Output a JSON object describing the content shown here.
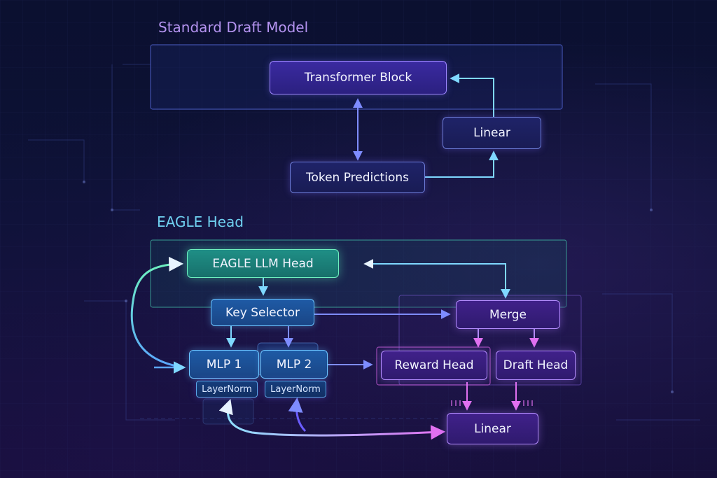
{
  "diagram": {
    "sections": {
      "standard_draft_model": "Standard Draft Model",
      "eagle_head": "EAGLE Head"
    },
    "nodes": {
      "transformer_block": "Transformer Block",
      "linear_top": "Linear",
      "token_predictions": "Token Predictions",
      "eagle_llm_head": "EAGLE LLM Head",
      "key_selector": "Key Selector",
      "merge": "Merge",
      "mlp_1": "MLP 1",
      "mlp_2": "MLP 2",
      "layernorm_1": "LayerNorm",
      "layernorm_2": "LayerNorm",
      "reward_head": "Reward Head",
      "draft_head": "Draft Head",
      "linear_bottom": "Linear"
    }
  },
  "colors": {
    "background": "#0d1236",
    "section_standard": "#b493f0",
    "section_eagle": "#6fd0f0",
    "accent_blue": "#6cc4ff",
    "accent_green": "#6ef0bf",
    "accent_purple": "#b48cff",
    "accent_magenta": "#e070f0"
  }
}
